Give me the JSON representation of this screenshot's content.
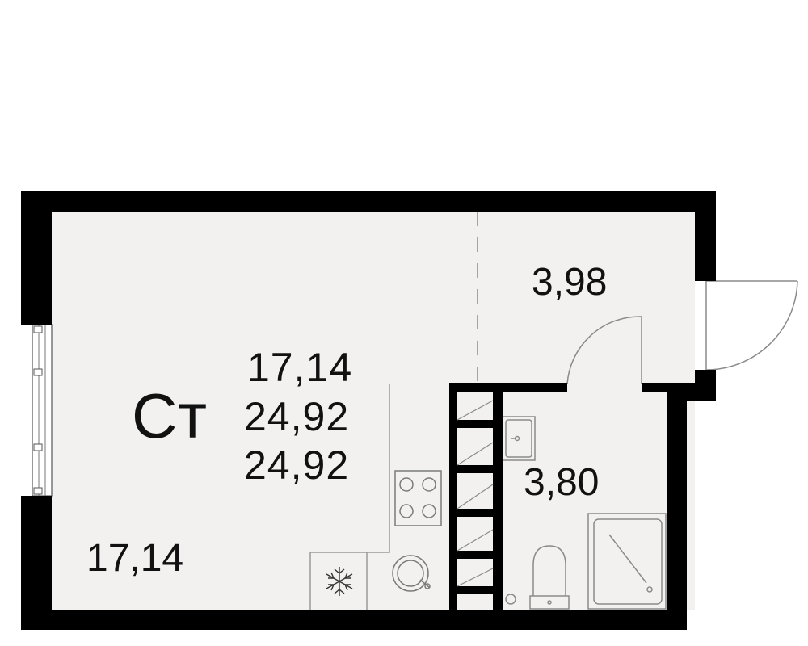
{
  "plan": {
    "apartment_type": "Ст",
    "living_area": "17,14",
    "total_area": "24,92",
    "total_area_with_balcony": "24,92",
    "rooms": [
      {
        "name_hidden": true,
        "area": "17,14"
      },
      {
        "name_hidden": true,
        "area": "3,98"
      },
      {
        "name_hidden": true,
        "area": "3,80"
      }
    ],
    "icons": [
      "snowflake-icon",
      "stove-icon",
      "sink-icon",
      "washbasin-icon",
      "toilet-icon",
      "shower-icon"
    ],
    "colors": {
      "wall": "#000000",
      "floor": "#f2f1ef",
      "fixture_line": "#9a9a9a",
      "background": "#ffffff"
    }
  }
}
